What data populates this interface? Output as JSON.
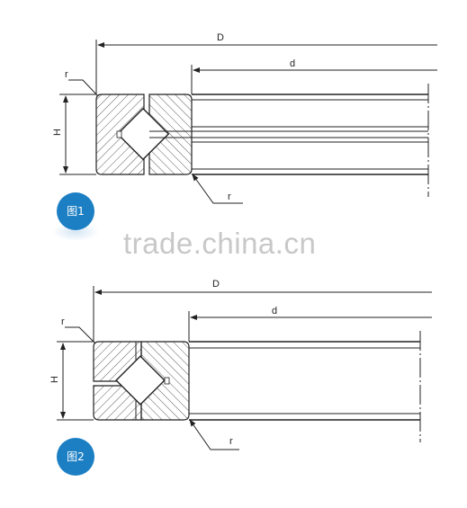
{
  "figures": [
    {
      "id": "fig1",
      "badge": "图1",
      "labels": {
        "outer_diameter": "D",
        "inner_diameter": "d",
        "height": "H",
        "radius_top": "r",
        "radius_bottom": "r"
      }
    },
    {
      "id": "fig2",
      "badge": "图2",
      "labels": {
        "outer_diameter": "D",
        "inner_diameter": "d",
        "height": "H",
        "radius_top": "r",
        "radius_bottom": "r"
      }
    }
  ],
  "watermark": "trade.china.cn",
  "colors": {
    "badge": "#1c7fc4",
    "line": "#222222",
    "watermark": "#c8c8c8",
    "shadow": "#cfe3f3"
  }
}
